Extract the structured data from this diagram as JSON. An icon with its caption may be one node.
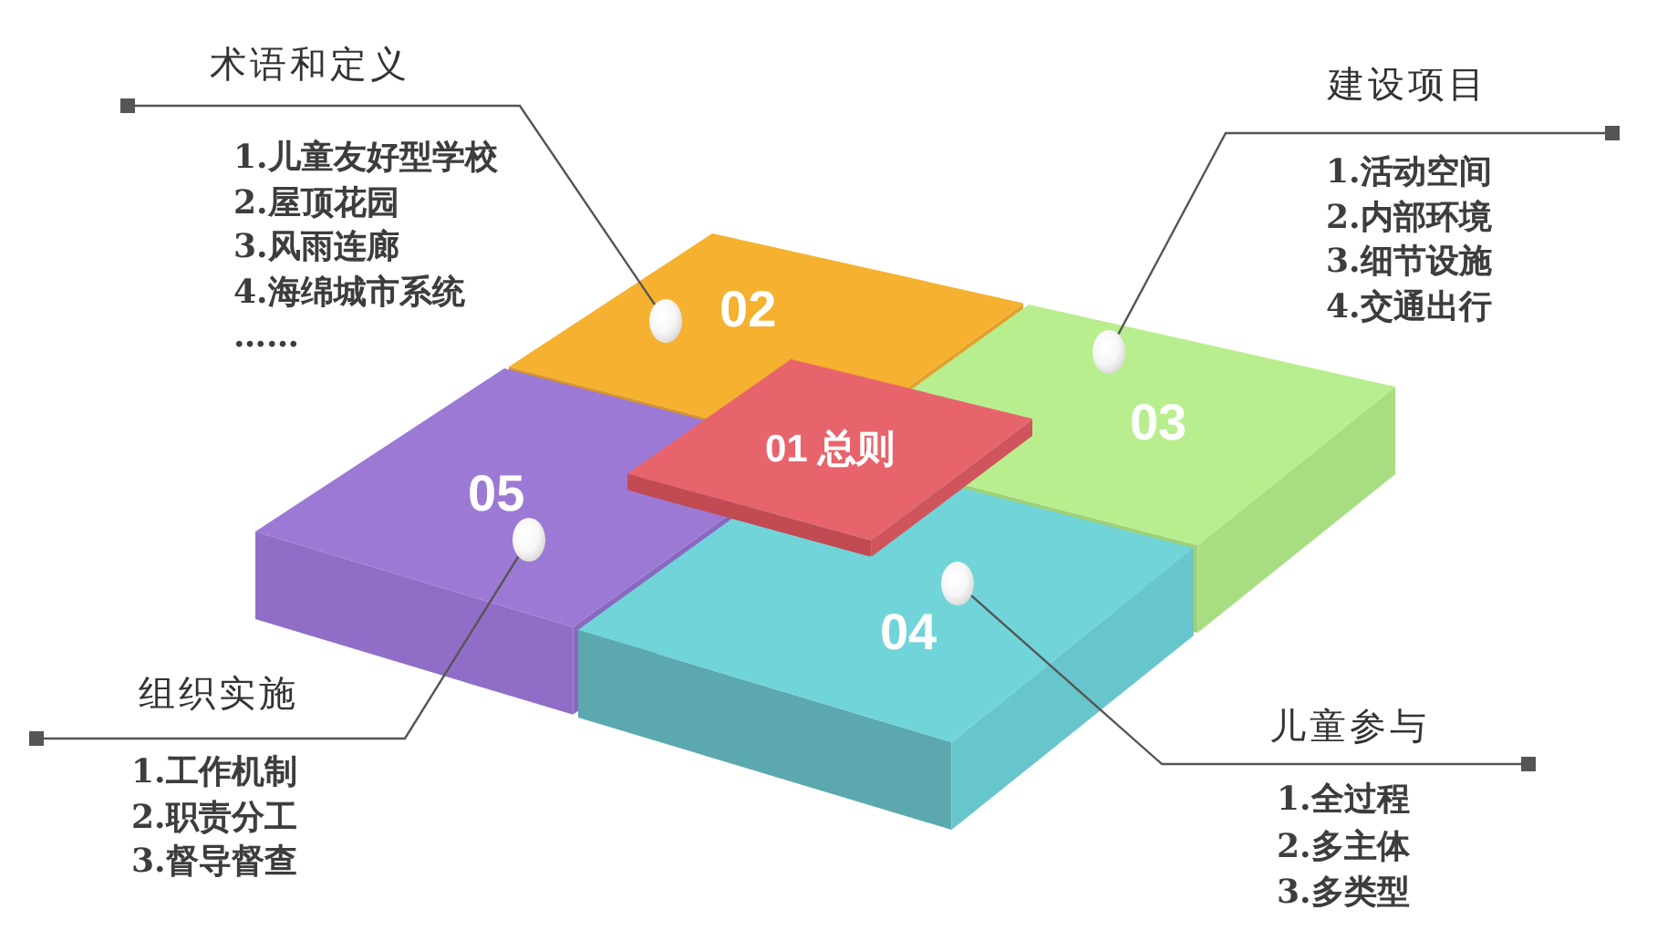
{
  "diagram": {
    "nodes": [
      {
        "text": [
          "01 总则"
        ]
      },
      {
        "text": [
          "02"
        ]
      },
      {
        "text": [],
        "shape": "circle",
        "in": 1
      },
      {
        "text": [
          "03"
        ]
      },
      {
        "text": [],
        "shape": "circle",
        "in": 3
      },
      {
        "text": [
          "04"
        ]
      },
      {
        "text": [],
        "shape": "circle",
        "in": 5
      },
      {
        "text": [
          "05"
        ]
      },
      {
        "text": [],
        "shape": "circle",
        "in": 7
      },
      {
        "text": [
          "术语和定义",
          "1.儿童友好型学校",
          "2.屋顶花园",
          "3.风雨连廊",
          "4.海绵城市系统",
          "……"
        ]
      },
      {
        "text": [
          "建设项目",
          "1.活动空间",
          "2.内部环境",
          "3.细节设施",
          "4.交通出行"
        ]
      },
      {
        "text": [
          "儿童参与",
          "1.全过程",
          "2.多主体",
          "3.多类型"
        ]
      },
      {
        "text": [
          "组织实施",
          "1.工作机制",
          "2.职责分工",
          "3.督导督查"
        ]
      }
    ],
    "edges": [
      {
        "from": 9,
        "to": 2,
        "arrow": "other"
      },
      {
        "from": 10,
        "to": 4,
        "arrow": "other"
      },
      {
        "from": 11,
        "to": 6,
        "arrow": "other"
      },
      {
        "from": 12,
        "to": 8,
        "arrow": "other"
      }
    ]
  }
}
